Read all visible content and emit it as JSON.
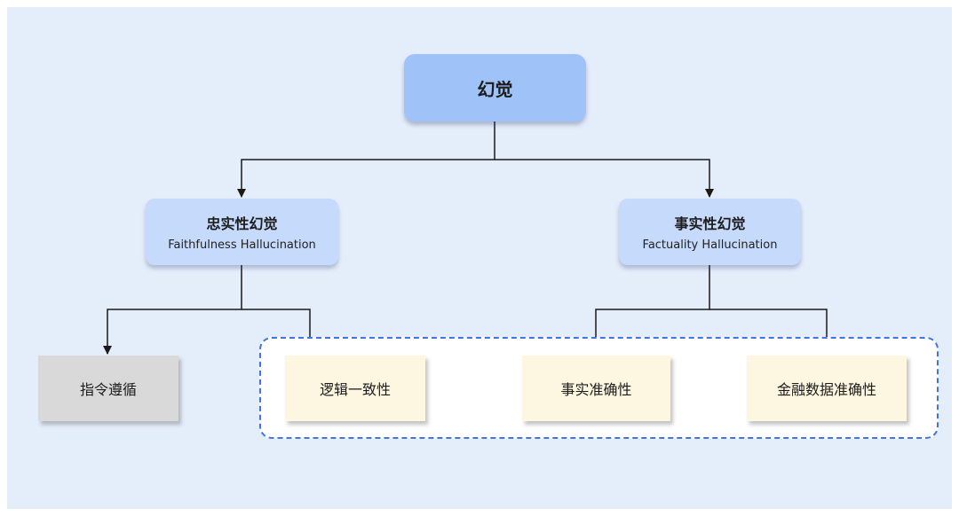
{
  "diagram": {
    "root": {
      "label": "幻觉"
    },
    "branches": [
      {
        "label": "忠实性幻觉",
        "sublabel": "Faithfulness Hallucination",
        "children": [
          "指令遵循",
          "逻辑一致性"
        ]
      },
      {
        "label": "事实性幻觉",
        "sublabel": "Factuality Hallucination",
        "children": [
          "事实准确性",
          "金融数据准确性"
        ]
      }
    ],
    "colors": {
      "background": "#e4edfa",
      "root_fill": "#9fc2f8",
      "branch_fill": "#c6dafb",
      "leaf_fill": "#fdf7e1",
      "gray_leaf_fill": "#d9d9d9",
      "dashed_border": "#3f74e2",
      "connector": "#1a1a1a"
    }
  }
}
